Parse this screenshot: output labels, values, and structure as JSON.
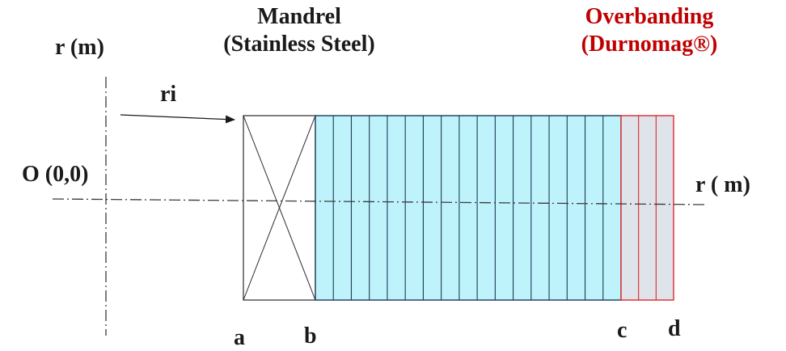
{
  "labels": {
    "r_axis_vertical": "r (m)",
    "r_axis_horizontal": "r ( m)",
    "origin": "O (0,0)",
    "ri": "ri",
    "a": "a",
    "b": "b",
    "c": "c",
    "d": "d"
  },
  "mandrel": {
    "line1": "Mandrel",
    "line2": "(Stainless Steel)"
  },
  "overbanding": {
    "line1": "Overbanding",
    "line2": "(Durnomag®)"
  },
  "winding": {
    "divisions": 17
  },
  "overband": {
    "divisions": 3
  },
  "colors": {
    "text": "#1a1a1a",
    "overbanding_text": "#c00000",
    "winding_fill": "#bff3fb",
    "winding_line": "#1c3a5a",
    "overband_fill": "#dfe3ea",
    "overband_line": "#e0282d",
    "mandrel_line": "#2a2a2a",
    "axis_line": "#3a3a3a"
  }
}
